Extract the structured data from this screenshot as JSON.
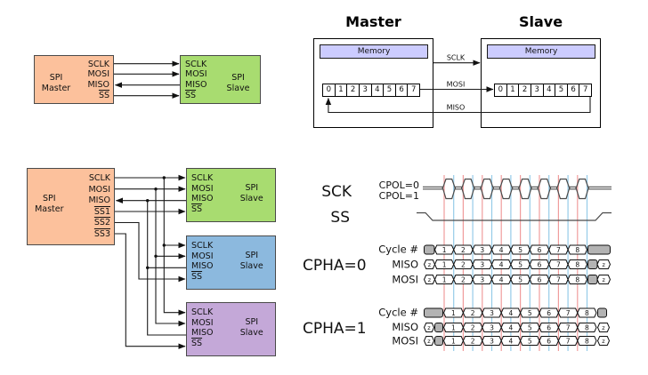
{
  "colors": {
    "master_fill": "#fcc19c",
    "slave_green": "#a8dc70",
    "slave_blue": "#8cb9de",
    "slave_purple": "#c4a8d8",
    "memory_fill": "#ccccff",
    "wire": "#1a1a1a",
    "waveform": "#4a4a4a",
    "edge_red": "#f09c9c",
    "edge_blue": "#96cbe8",
    "bus_gray": "#b3b3b3"
  },
  "panel_simple": {
    "master": {
      "title": [
        "SPI",
        "Master"
      ],
      "pins": [
        {
          "label": "SCLK",
          "overline": false
        },
        {
          "label": "MOSI",
          "overline": false
        },
        {
          "label": "MISO",
          "overline": false
        },
        {
          "label": "SS",
          "overline": true
        }
      ]
    },
    "slave": {
      "title": [
        "SPI",
        "Slave"
      ],
      "pins": [
        {
          "label": "SCLK",
          "overline": false
        },
        {
          "label": "MOSI",
          "overline": false
        },
        {
          "label": "MISO",
          "overline": false
        },
        {
          "label": "SS",
          "overline": true
        }
      ]
    }
  },
  "panel_shift": {
    "master_title": "Master",
    "slave_title": "Slave",
    "memory_label": "Memory",
    "bits": [
      "0",
      "1",
      "2",
      "3",
      "4",
      "5",
      "6",
      "7"
    ],
    "wire_labels": [
      "SCLK",
      "MOSI",
      "MISO"
    ]
  },
  "panel_multi": {
    "master": {
      "title": [
        "SPI",
        "Master"
      ],
      "pins": [
        {
          "label": "SCLK",
          "overline": false
        },
        {
          "label": "MOSI",
          "overline": false
        },
        {
          "label": "MISO",
          "overline": false
        },
        {
          "label": "SS1",
          "overline": true
        },
        {
          "label": "SS2",
          "overline": true
        },
        {
          "label": "SS3",
          "overline": true
        }
      ]
    },
    "slaves": [
      {
        "color": "#a8dc70",
        "title": [
          "SPI",
          "Slave"
        ],
        "pins": [
          {
            "label": "SCLK",
            "overline": false
          },
          {
            "label": "MOSI",
            "overline": false
          },
          {
            "label": "MISO",
            "overline": false
          },
          {
            "label": "SS",
            "overline": true
          }
        ]
      },
      {
        "color": "#8cb9de",
        "title": [
          "SPI",
          "Slave"
        ],
        "pins": [
          {
            "label": "SCLK",
            "overline": false
          },
          {
            "label": "MOSI",
            "overline": false
          },
          {
            "label": "MISO",
            "overline": false
          },
          {
            "label": "SS",
            "overline": true
          }
        ]
      },
      {
        "color": "#c4a8d8",
        "title": [
          "SPI",
          "Slave"
        ],
        "pins": [
          {
            "label": "SCLK",
            "overline": false
          },
          {
            "label": "MOSI",
            "overline": false
          },
          {
            "label": "MISO",
            "overline": false
          },
          {
            "label": "SS",
            "overline": true
          }
        ]
      }
    ]
  },
  "panel_timing": {
    "sck_label": "SCK",
    "ss_label": "SS",
    "cpol_labels": [
      "CPOL=0",
      "CPOL=1"
    ],
    "groups": [
      {
        "label": "CPHA=0"
      },
      {
        "label": "CPHA=1"
      }
    ],
    "row_labels": [
      "Cycle #",
      "MISO",
      "MOSI"
    ],
    "cycles": [
      "1",
      "2",
      "3",
      "4",
      "5",
      "6",
      "7",
      "8"
    ],
    "z_label": "z"
  }
}
